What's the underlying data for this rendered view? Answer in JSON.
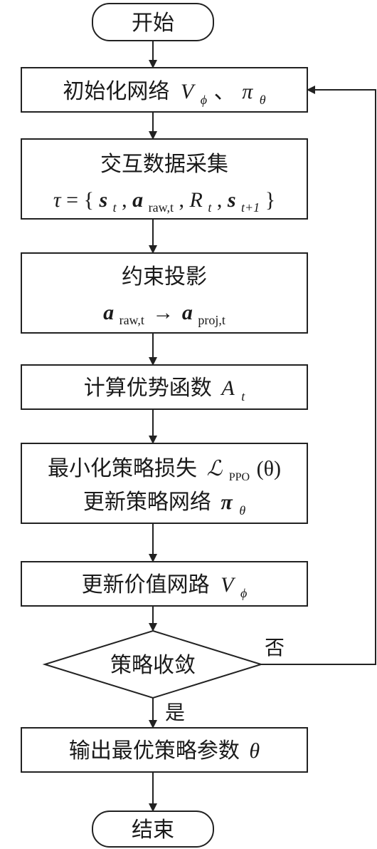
{
  "nodes": {
    "start": {
      "label": "开始"
    },
    "init": {
      "label": "初始化网络",
      "v": "V",
      "v_sub": "ϕ",
      "sep": "、",
      "pi": "π",
      "pi_sub": "θ"
    },
    "collect": {
      "label": "交互数据采集",
      "tau": "τ",
      "eq": "=",
      "open": "{",
      "s": "s",
      "s_sub": "t",
      "comma1": ",",
      "a": "a",
      "a_sub": "raw,t",
      "comma2": ",",
      "r": "R",
      "r_sub": "t",
      "comma3": ",",
      "s2": "s",
      "s2_sub": "t+1",
      "close": "}"
    },
    "project": {
      "label": "约束投影",
      "a1": "a",
      "a1_sub": "raw,t",
      "arrow": "→",
      "a2": "a",
      "a2_sub": "proj,t"
    },
    "advantage": {
      "label": "计算优势函数",
      "a": "A",
      "a_sub": "t"
    },
    "policy": {
      "line1": "最小化策略损失",
      "loss": "ℒ",
      "loss_sub": "PPO",
      "loss_arg": "(θ)",
      "line2": "更新策略网络",
      "pi": "π",
      "pi_sub": "θ"
    },
    "value": {
      "label": "更新价值网路",
      "v": "V",
      "v_sub": "ϕ"
    },
    "decision": {
      "label": "策略收敛"
    },
    "output": {
      "label": "输出最优策略参数",
      "theta": "θ"
    },
    "end": {
      "label": "结束"
    }
  },
  "edges": {
    "yes_label": "是",
    "no_label": "否"
  }
}
